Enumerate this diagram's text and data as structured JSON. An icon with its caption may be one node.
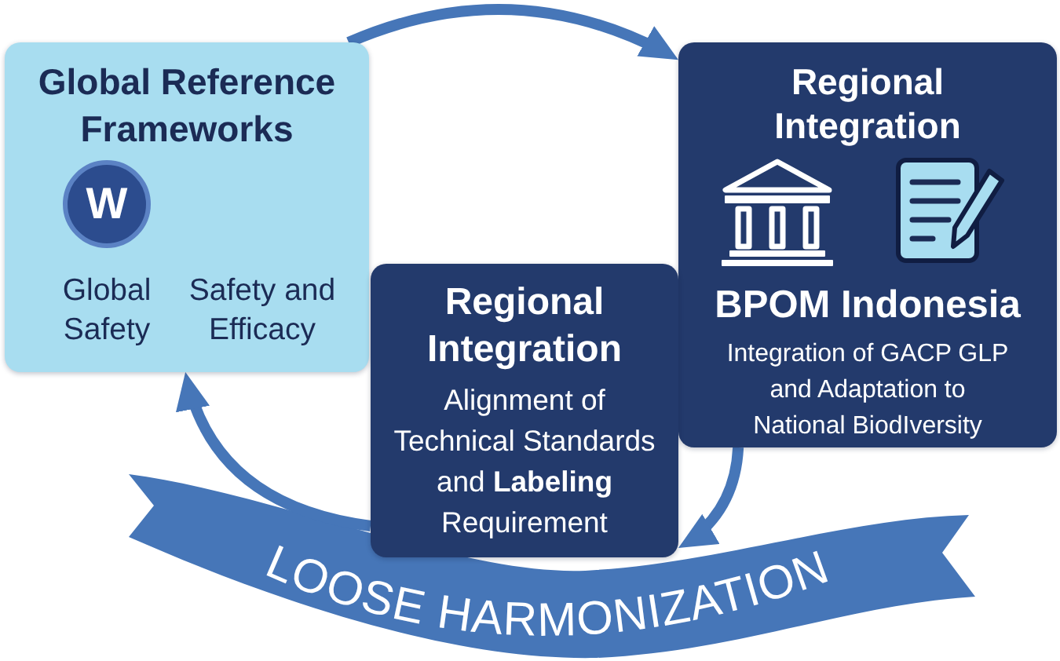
{
  "diagram": {
    "nodes": [
      {
        "text": [
          "Global Reference Frameworks",
          "Global Safety",
          "Safety and Efficacy"
        ]
      },
      {
        "text": [
          "W"
        ],
        "in": 0
      },
      {
        "text": [
          "Regional Integration",
          "BPOM Indonesia",
          "Integration of GACP GLP and Adaptation to National BiodIversity"
        ]
      },
      {
        "text": [
          "Regional Integration",
          "Alignment of Technical Standards and **Labeling** Requirement"
        ]
      },
      {
        "text": [
          "LOOSE HARMONIZATION"
        ]
      }
    ],
    "edges": [
      {
        "from": 0,
        "to": 2,
        "arrow": "to"
      },
      {
        "from": 2,
        "to": 3,
        "arrow": "to"
      },
      {
        "from": 3,
        "to": 0,
        "arrow": "to"
      }
    ]
  }
}
